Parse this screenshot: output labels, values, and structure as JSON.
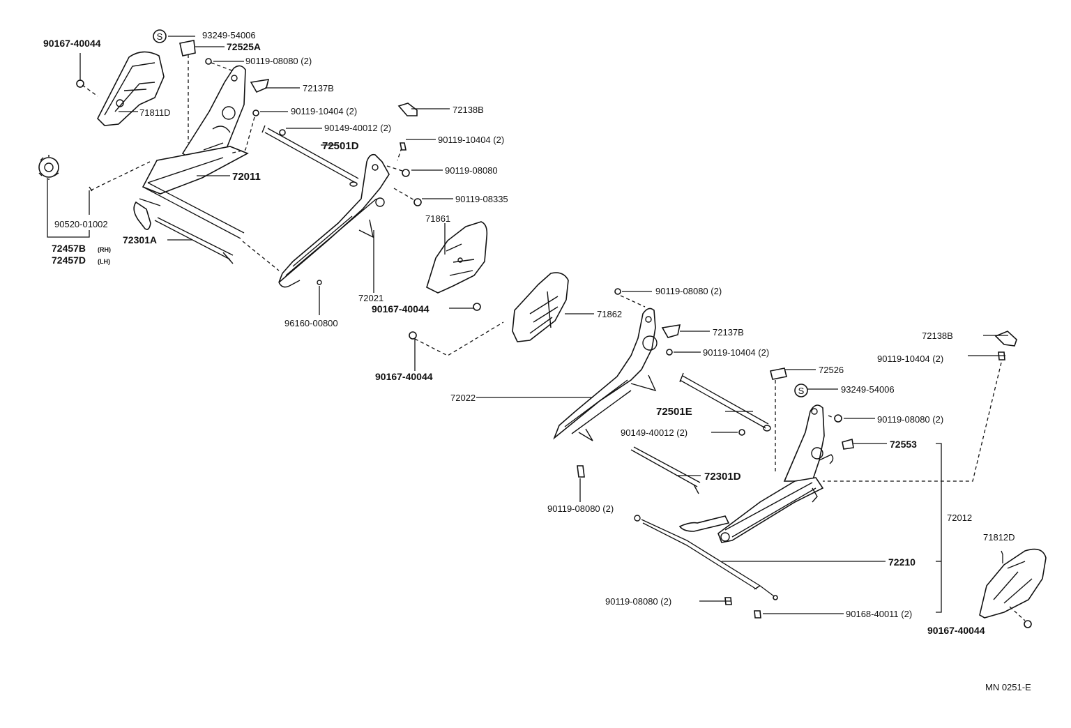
{
  "diagram_code": "MN 0251-E",
  "parts": {
    "p90167_40044_a": "90167-40044",
    "p93249_54006_a": "93249-54006",
    "p72525A": "72525A",
    "p90119_08080_a": "90119-08080 (2)",
    "p72137B_a": "72137B",
    "p71811D": "71811D",
    "p90119_10404_a": "90119-10404 (2)",
    "p72138B_a": "72138B",
    "p90149_40012_a": "90149-40012 (2)",
    "p90119_10404_b": "90119-10404 (2)",
    "p72501D": "72501D",
    "p72011": "72011",
    "p90119_08080_b": "90119-08080",
    "p90119_08335": "90119-08335",
    "p90520_01002": "90520-01002",
    "p72457B": "72457B",
    "p72457B_sub": "(RH)",
    "p72457D": "72457D",
    "p72457D_sub": "(LH)",
    "p72301A": "72301A",
    "p71861": "71861",
    "p72021": "72021",
    "p90167_40044_b": "90167-40044",
    "p96160_00800": "96160-00800",
    "p90119_08080_c": "90119-08080 (2)",
    "p71862": "71862",
    "p72137B_b": "72137B",
    "p90167_40044_c": "90167-40044",
    "p90119_10404_c": "90119-10404 (2)",
    "p72138B_b": "72138B",
    "p90119_10404_d": "90119-10404 (2)",
    "p72526": "72526",
    "p93249_54006_b": "93249-54006",
    "p72022": "72022",
    "p72501E": "72501E",
    "p90119_08080_d": "90119-08080 (2)",
    "p90149_40012_b": "90149-40012 (2)",
    "p72553": "72553",
    "p72301D": "72301D",
    "p90119_08080_e": "90119-08080 (2)",
    "p72012": "72012",
    "p71812D": "71812D",
    "p72210": "72210",
    "p90119_08080_f": "90119-08080 (2)",
    "p90168_40011": "90168-40011 (2)",
    "p90167_40044_d": "90167-40044"
  },
  "symbols": {
    "s_mark": "S"
  }
}
